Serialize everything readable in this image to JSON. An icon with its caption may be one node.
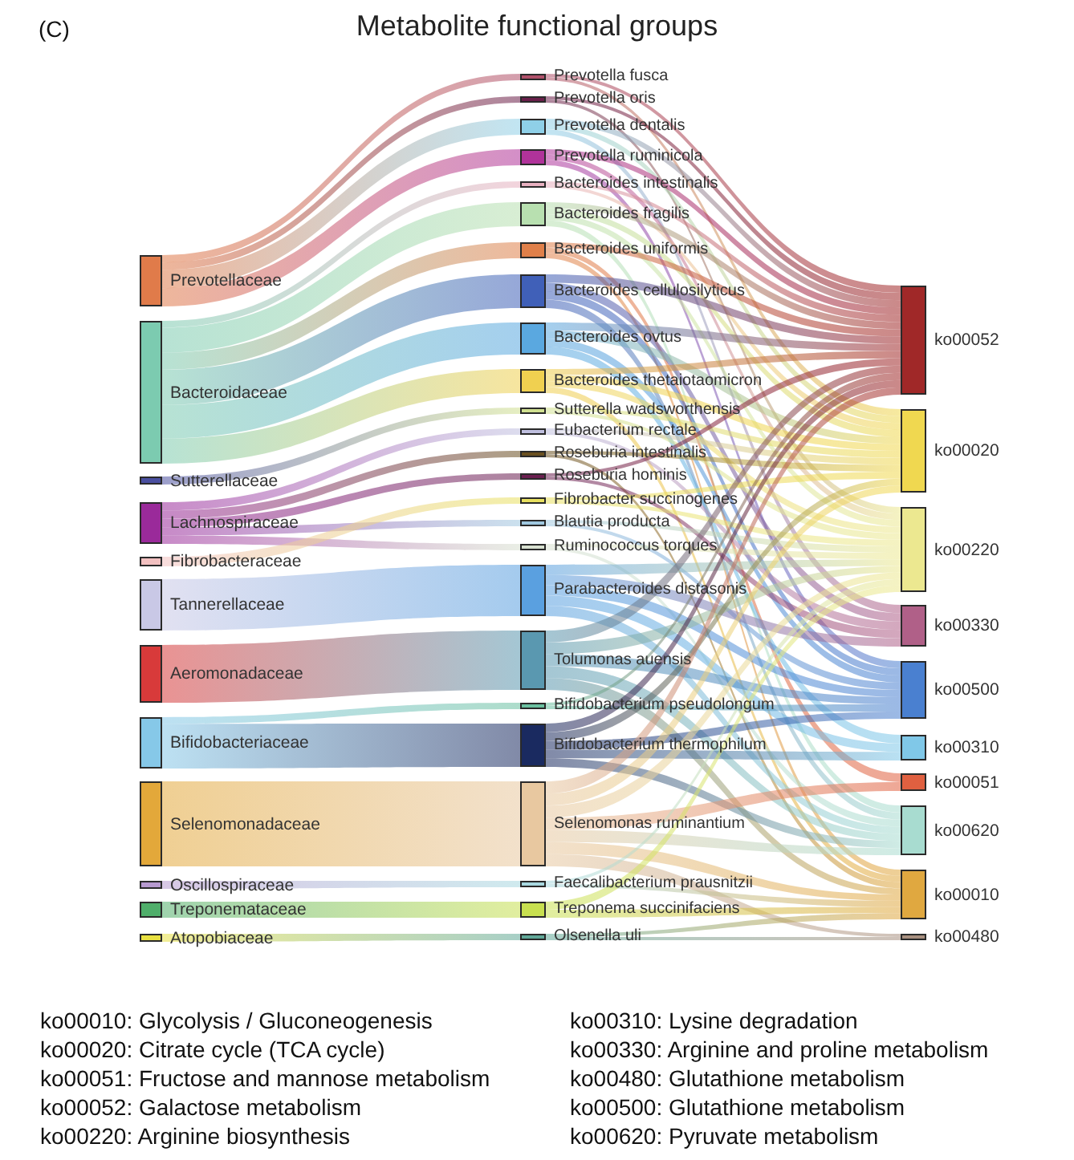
{
  "diagram": {
    "title": "Metabolite functional groups",
    "nodes": [
      {
        "text": [
          "Prevotellaceae"
        ]
      },
      {
        "text": [
          "Bacteroidaceae"
        ]
      },
      {
        "text": [
          "Sutterellaceae"
        ]
      },
      {
        "text": [
          "Lachnospiraceae"
        ]
      },
      {
        "text": [
          "Fibrobacteraceae"
        ]
      },
      {
        "text": [
          "Tannerellaceae"
        ]
      },
      {
        "text": [
          "Aeromonadaceae"
        ]
      },
      {
        "text": [
          "Bifidobacteriaceae"
        ]
      },
      {
        "text": [
          "Selenomonadaceae"
        ]
      },
      {
        "text": [
          "Oscillospiraceae"
        ]
      },
      {
        "text": [
          "Treponemataceae"
        ]
      },
      {
        "text": [
          "Atopobiaceae"
        ]
      },
      {
        "text": [
          "Prevotella fusca"
        ]
      },
      {
        "text": [
          "Prevotella oris"
        ]
      },
      {
        "text": [
          "Prevotella dentalis"
        ]
      },
      {
        "text": [
          "Prevotella ruminicola"
        ]
      },
      {
        "text": [
          "Bacteroides intestinalis"
        ]
      },
      {
        "text": [
          "Bacteroides fragilis"
        ]
      },
      {
        "text": [
          "Bacteroides uniformis"
        ]
      },
      {
        "text": [
          "Bacteroides cellulosilyticus"
        ]
      },
      {
        "text": [
          "Bacteroides ovtus"
        ]
      },
      {
        "text": [
          "Bacteroides thetaiotaomicron"
        ]
      },
      {
        "text": [
          "Sutterella wadsworthensis"
        ]
      },
      {
        "text": [
          "Eubacterium rectale"
        ]
      },
      {
        "text": [
          "Roseburia intestinalis"
        ]
      },
      {
        "text": [
          "Roseburia hominis"
        ]
      },
      {
        "text": [
          "Fibrobacter succinogenes"
        ]
      },
      {
        "text": [
          "Blautia producta"
        ]
      },
      {
        "text": [
          "Ruminococcus torques"
        ]
      },
      {
        "text": [
          "Parabacteroides distasonis"
        ]
      },
      {
        "text": [
          "Tolumonas auensis"
        ]
      },
      {
        "text": [
          "Bifidobacterium pseudolongum"
        ]
      },
      {
        "text": [
          "Bifidobacterium thermophilum"
        ]
      },
      {
        "text": [
          "Selenomonas ruminantium"
        ]
      },
      {
        "text": [
          "Faecalibacterium prausnitzii"
        ]
      },
      {
        "text": [
          "Treponema succinifaciens"
        ]
      },
      {
        "text": [
          "Olsenella uli"
        ]
      },
      {
        "text": [
          "ko00052"
        ]
      },
      {
        "text": [
          "ko00020"
        ]
      },
      {
        "text": [
          "ko00220"
        ]
      },
      {
        "text": [
          "ko00330"
        ]
      },
      {
        "text": [
          "ko00500"
        ]
      },
      {
        "text": [
          "ko00310"
        ]
      },
      {
        "text": [
          "ko00051"
        ]
      },
      {
        "text": [
          "ko00620"
        ]
      },
      {
        "text": [
          "ko00010"
        ]
      },
      {
        "text": [
          "ko00480"
        ]
      }
    ],
    "edges": [
      {
        "from": 0,
        "to": 12,
        "arrow": "none"
      },
      {
        "from": 0,
        "to": 13,
        "arrow": "none"
      },
      {
        "from": 0,
        "to": 14,
        "arrow": "none"
      },
      {
        "from": 0,
        "to": 15,
        "arrow": "none"
      },
      {
        "from": 1,
        "to": 16,
        "arrow": "none"
      },
      {
        "from": 1,
        "to": 17,
        "arrow": "none"
      },
      {
        "from": 1,
        "to": 18,
        "arrow": "none"
      },
      {
        "from": 1,
        "to": 19,
        "arrow": "none"
      },
      {
        "from": 1,
        "to": 20,
        "arrow": "none"
      },
      {
        "from": 1,
        "to": 21,
        "arrow": "none"
      },
      {
        "from": 2,
        "to": 22,
        "arrow": "none"
      },
      {
        "from": 3,
        "to": 23,
        "arrow": "none"
      },
      {
        "from": 3,
        "to": 24,
        "arrow": "none"
      },
      {
        "from": 3,
        "to": 25,
        "arrow": "none"
      },
      {
        "from": 3,
        "to": 27,
        "arrow": "none"
      },
      {
        "from": 3,
        "to": 28,
        "arrow": "none"
      },
      {
        "from": 4,
        "to": 26,
        "arrow": "none"
      },
      {
        "from": 5,
        "to": 29,
        "arrow": "none"
      },
      {
        "from": 6,
        "to": 30,
        "arrow": "none"
      },
      {
        "from": 7,
        "to": 31,
        "arrow": "none"
      },
      {
        "from": 7,
        "to": 32,
        "arrow": "none"
      },
      {
        "from": 8,
        "to": 33,
        "arrow": "none"
      },
      {
        "from": 9,
        "to": 34,
        "arrow": "none"
      },
      {
        "from": 10,
        "to": 35,
        "arrow": "none"
      },
      {
        "from": 11,
        "to": 36,
        "arrow": "none"
      },
      {
        "from": 12,
        "to": 37,
        "arrow": "none"
      },
      {
        "from": 12,
        "to": 38,
        "arrow": "none"
      },
      {
        "from": 13,
        "to": 37,
        "arrow": "none"
      },
      {
        "from": 13,
        "to": 39,
        "arrow": "none"
      },
      {
        "from": 14,
        "to": 37,
        "arrow": "none"
      },
      {
        "from": 14,
        "to": 38,
        "arrow": "none"
      },
      {
        "from": 14,
        "to": 40,
        "arrow": "none"
      },
      {
        "from": 15,
        "to": 37,
        "arrow": "none"
      },
      {
        "from": 15,
        "to": 39,
        "arrow": "none"
      },
      {
        "from": 15,
        "to": 41,
        "arrow": "none"
      },
      {
        "from": 16,
        "to": 37,
        "arrow": "none"
      },
      {
        "from": 16,
        "to": 38,
        "arrow": "none"
      },
      {
        "from": 17,
        "to": 37,
        "arrow": "none"
      },
      {
        "from": 17,
        "to": 38,
        "arrow": "none"
      },
      {
        "from": 17,
        "to": 39,
        "arrow": "none"
      },
      {
        "from": 17,
        "to": 44,
        "arrow": "none"
      },
      {
        "from": 18,
        "to": 37,
        "arrow": "none"
      },
      {
        "from": 18,
        "to": 43,
        "arrow": "none"
      },
      {
        "from": 18,
        "to": 45,
        "arrow": "none"
      },
      {
        "from": 19,
        "to": 37,
        "arrow": "none"
      },
      {
        "from": 19,
        "to": 40,
        "arrow": "none"
      },
      {
        "from": 19,
        "to": 41,
        "arrow": "none"
      },
      {
        "from": 19,
        "to": 44,
        "arrow": "none"
      },
      {
        "from": 20,
        "to": 37,
        "arrow": "none"
      },
      {
        "from": 20,
        "to": 38,
        "arrow": "none"
      },
      {
        "from": 20,
        "to": 41,
        "arrow": "none"
      },
      {
        "from": 20,
        "to": 42,
        "arrow": "none"
      },
      {
        "from": 21,
        "to": 37,
        "arrow": "none"
      },
      {
        "from": 21,
        "to": 38,
        "arrow": "none"
      },
      {
        "from": 21,
        "to": 39,
        "arrow": "none"
      },
      {
        "from": 21,
        "to": 45,
        "arrow": "none"
      },
      {
        "from": 22,
        "to": 38,
        "arrow": "none"
      },
      {
        "from": 22,
        "to": 39,
        "arrow": "none"
      },
      {
        "from": 23,
        "to": 38,
        "arrow": "none"
      },
      {
        "from": 23,
        "to": 40,
        "arrow": "none"
      },
      {
        "from": 24,
        "to": 38,
        "arrow": "none"
      },
      {
        "from": 24,
        "to": 45,
        "arrow": "none"
      },
      {
        "from": 25,
        "to": 37,
        "arrow": "none"
      },
      {
        "from": 25,
        "to": 40,
        "arrow": "none"
      },
      {
        "from": 26,
        "to": 38,
        "arrow": "none"
      },
      {
        "from": 26,
        "to": 39,
        "arrow": "none"
      },
      {
        "from": 27,
        "to": 39,
        "arrow": "none"
      },
      {
        "from": 27,
        "to": 41,
        "arrow": "none"
      },
      {
        "from": 28,
        "to": 39,
        "arrow": "none"
      },
      {
        "from": 28,
        "to": 44,
        "arrow": "none"
      },
      {
        "from": 29,
        "to": 39,
        "arrow": "none"
      },
      {
        "from": 29,
        "to": 40,
        "arrow": "none"
      },
      {
        "from": 29,
        "to": 41,
        "arrow": "none"
      },
      {
        "from": 29,
        "to": 42,
        "arrow": "none"
      },
      {
        "from": 29,
        "to": 44,
        "arrow": "none"
      },
      {
        "from": 30,
        "to": 37,
        "arrow": "none"
      },
      {
        "from": 30,
        "to": 39,
        "arrow": "none"
      },
      {
        "from": 30,
        "to": 41,
        "arrow": "none"
      },
      {
        "from": 30,
        "to": 44,
        "arrow": "none"
      },
      {
        "from": 30,
        "to": 45,
        "arrow": "none"
      },
      {
        "from": 31,
        "to": 37,
        "arrow": "none"
      },
      {
        "from": 31,
        "to": 41,
        "arrow": "none"
      },
      {
        "from": 32,
        "to": 37,
        "arrow": "none"
      },
      {
        "from": 32,
        "to": 38,
        "arrow": "none"
      },
      {
        "from": 32,
        "to": 41,
        "arrow": "none"
      },
      {
        "from": 32,
        "to": 42,
        "arrow": "none"
      },
      {
        "from": 32,
        "to": 44,
        "arrow": "none"
      },
      {
        "from": 33,
        "to": 37,
        "arrow": "none"
      },
      {
        "from": 33,
        "to": 38,
        "arrow": "none"
      },
      {
        "from": 33,
        "to": 39,
        "arrow": "none"
      },
      {
        "from": 33,
        "to": 43,
        "arrow": "none"
      },
      {
        "from": 33,
        "to": 44,
        "arrow": "none"
      },
      {
        "from": 33,
        "to": 45,
        "arrow": "none"
      },
      {
        "from": 33,
        "to": 46,
        "arrow": "none"
      },
      {
        "from": 34,
        "to": 39,
        "arrow": "none"
      },
      {
        "from": 34,
        "to": 45,
        "arrow": "none"
      },
      {
        "from": 35,
        "to": 39,
        "arrow": "none"
      },
      {
        "from": 35,
        "to": 45,
        "arrow": "none"
      },
      {
        "from": 36,
        "to": 45,
        "arrow": "none"
      },
      {
        "from": 36,
        "to": 46,
        "arrow": "none"
      }
    ],
    "labels": [
      "(C)",
      "ko00010: Glycolysis / Gluconeogenesis",
      "ko00310: Lysine degradation",
      "ko00020: Citrate cycle (TCA cycle)",
      "ko00330: Arginine and proline metabolism",
      "ko00051: Fructose and mannose metabolism",
      "ko00480: Glutathione metabolism",
      "ko00052: Galactose metabolism",
      "ko00500: Glutathione metabolism",
      "ko00220: Arginine biosynthesis",
      "ko00620: Pyruvate metabolism"
    ]
  }
}
